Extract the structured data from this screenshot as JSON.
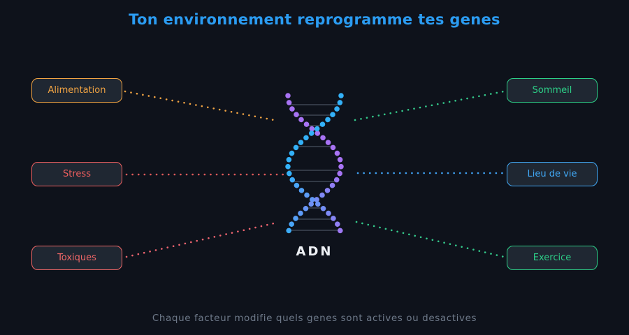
{
  "title": {
    "text": "Ton environnement reprogramme tes genes",
    "color": "#2b9cf2"
  },
  "left_factors": [
    {
      "label": "Alimentation",
      "color": "#f0a343"
    },
    {
      "label": "Stress",
      "color": "#ef5f5f"
    },
    {
      "label": "Toxiques",
      "color": "#f16767"
    }
  ],
  "right_factors": [
    {
      "label": "Sommeil",
      "color": "#2dce87"
    },
    {
      "label": "Lieu de vie",
      "color": "#41a8f5"
    },
    {
      "label": "Exercice",
      "color": "#2dce87"
    }
  ],
  "connectors": {
    "alimentation": {
      "color": "#f0a343"
    },
    "stress": {
      "color": "#e25b5b"
    },
    "toxiques": {
      "color": "#ef6570"
    },
    "sommeil": {
      "color": "#34c98b"
    },
    "lieu_de_vie": {
      "color": "#3f9ff0"
    },
    "exercice": {
      "color": "#34c98b"
    }
  },
  "dna": {
    "label": "ADN",
    "blue": "#33b1f8",
    "purple": "#a873f4"
  },
  "footer": {
    "text": "Chaque facteur modifie quels genes sont actives ou desactives"
  }
}
